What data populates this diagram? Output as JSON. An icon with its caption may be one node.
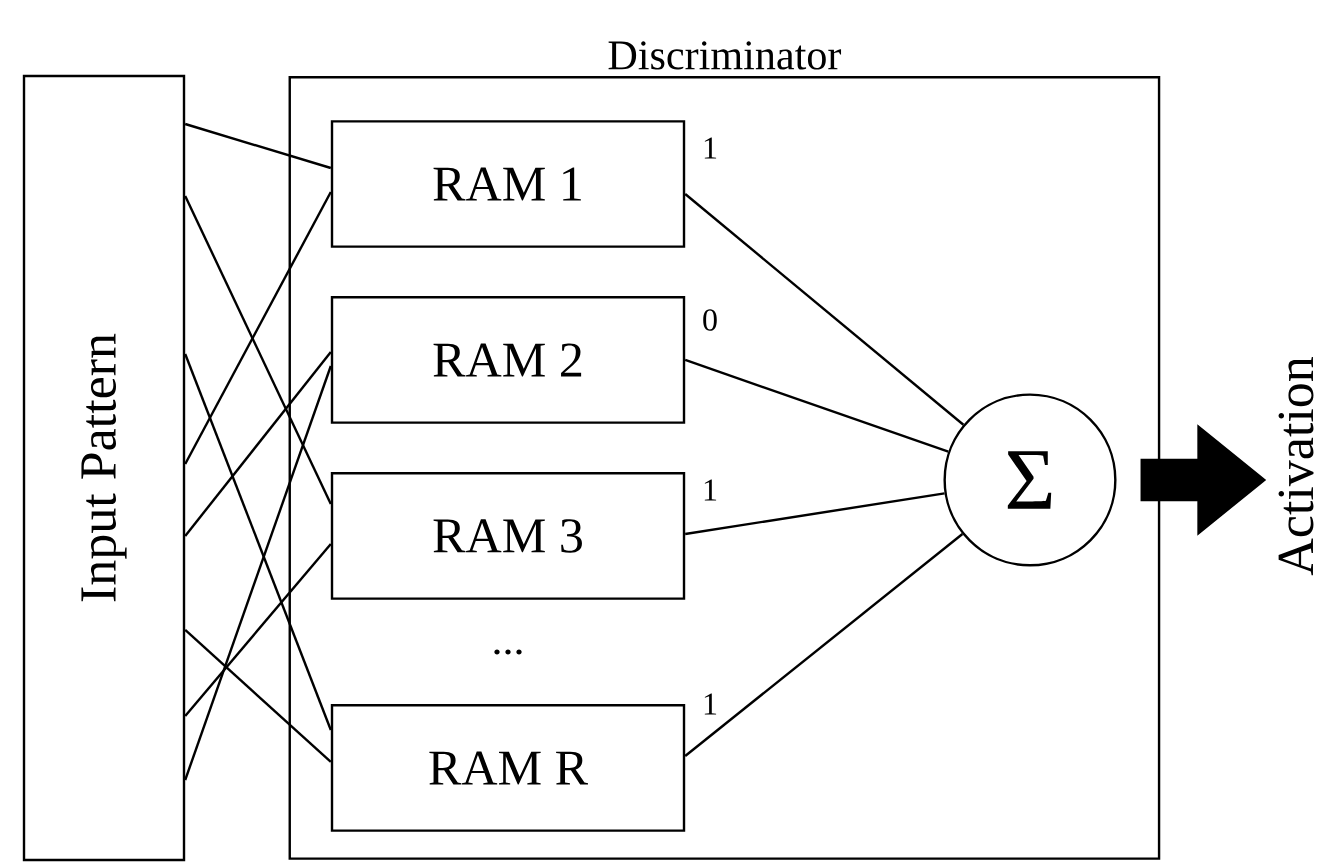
{
  "diagram": {
    "nodes": [
      {
        "text": [
          "Input Pattern"
        ]
      },
      {
        "text": [
          "Discriminator"
        ]
      },
      {
        "text": [
          "RAM 1"
        ],
        "in": 1
      },
      {
        "text": [
          "RAM 2"
        ],
        "in": 1
      },
      {
        "text": [
          "RAM 3"
        ],
        "in": 1
      },
      {
        "text": [
          "RAM R"
        ],
        "in": 1
      },
      {
        "text": [
          "Σ"
        ],
        "in": 1
      },
      {
        "text": [
          "Activation"
        ]
      }
    ],
    "edges": [
      {
        "from": 0,
        "to": 2,
        "arrow": "none"
      },
      {
        "from": 0,
        "to": 4,
        "arrow": "none"
      },
      {
        "from": 0,
        "to": 5,
        "arrow": "none"
      },
      {
        "from": 0,
        "to": 2,
        "arrow": "none"
      },
      {
        "from": 0,
        "to": 3,
        "arrow": "none"
      },
      {
        "from": 0,
        "to": 5,
        "arrow": "none"
      },
      {
        "from": 0,
        "to": 4,
        "arrow": "none"
      },
      {
        "from": 0,
        "to": 3,
        "arrow": "none"
      },
      {
        "from": 2,
        "to": 6,
        "label": "1",
        "arrow": "none"
      },
      {
        "from": 3,
        "to": 6,
        "label": "0",
        "arrow": "none"
      },
      {
        "from": 4,
        "to": 6,
        "label": "1",
        "arrow": "none"
      },
      {
        "from": 5,
        "to": 6,
        "label": "1",
        "arrow": "none"
      },
      {
        "from": 6,
        "to": 7,
        "arrow": "to",
        "style": "thick"
      }
    ],
    "labels": [
      "..."
    ]
  }
}
